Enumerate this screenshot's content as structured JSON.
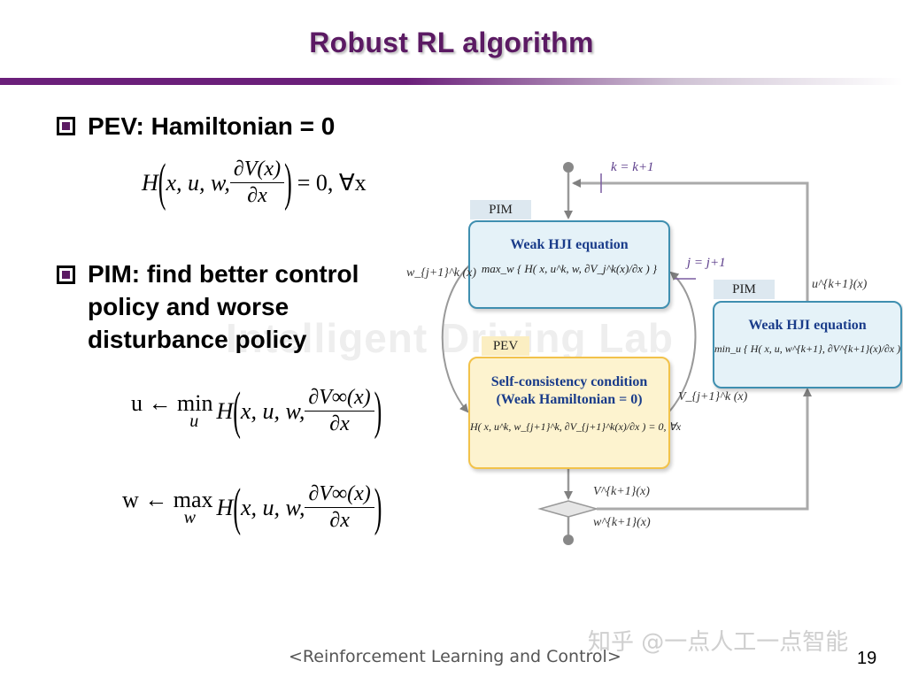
{
  "slide": {
    "title": "Robust RL algorithm",
    "watermark": "Intelligent Driving Lab",
    "footer": "<Reinforcement Learning and Control>",
    "page_number": "19",
    "source_mark": "知乎 @一点人工一点智能"
  },
  "bullets": [
    {
      "text": "PEV: Hamiltonian = 0"
    },
    {
      "lines": [
        "PIM: find better control",
        "policy and worse",
        "disturbance policy"
      ]
    }
  ],
  "equations": {
    "pev": {
      "lhs": "H",
      "args": "x, u, w,",
      "num": "∂V(x)",
      "den": "∂x",
      "rhs": "= 0, ∀x"
    },
    "u_update": {
      "lhs": "u ← min",
      "sub": "u",
      "H": "H",
      "args": "x, u, w,",
      "num": "∂V∞(x)",
      "den": "∂x"
    },
    "w_update": {
      "lhs": "w ← max",
      "sub": "w",
      "H": "H",
      "args": "x, u, w,",
      "num": "∂V∞(x)",
      "den": "∂x"
    }
  },
  "diagram": {
    "pim_label_left": "PIM",
    "pim_box_left": {
      "title": "Weak HJI equation",
      "formula": "max_w { H( x, u^k, w, ∂V_j^k(x)/∂x ) }"
    },
    "pev_label": "PEV",
    "pev_box": {
      "title_line1": "Self-consistency condition",
      "title_line2": "(Weak Hamiltonian = 0)",
      "formula": "H( x, u^k, w_{j+1}^k, ∂V_{j+1}^k(x)/∂x ) = 0, ∀x"
    },
    "pim_label_right": "PIM",
    "pim_box_right": {
      "title": "Weak HJI equation",
      "formula": "min_u { H( x, u, w^{k+1}, ∂V^{k+1}(x)/∂x ) }"
    },
    "annotations": {
      "k_update": "k = k+1",
      "j_update": "j = j+1",
      "w_j1k": "w_{j+1}^k (x)",
      "v_j1k": "V_{j+1}^k (x)",
      "u_k1": "u^{k+1}(x)",
      "v_k1": "V^{k+1}(x)",
      "w_k1": "w^{k+1}(x)"
    },
    "colors": {
      "pim_border": "#3f8fb0",
      "pim_fill": "#e5f2f8",
      "pev_border": "#f2c24a",
      "pev_fill": "#fdf3cf",
      "title_blue": "#1a3c8a"
    }
  }
}
